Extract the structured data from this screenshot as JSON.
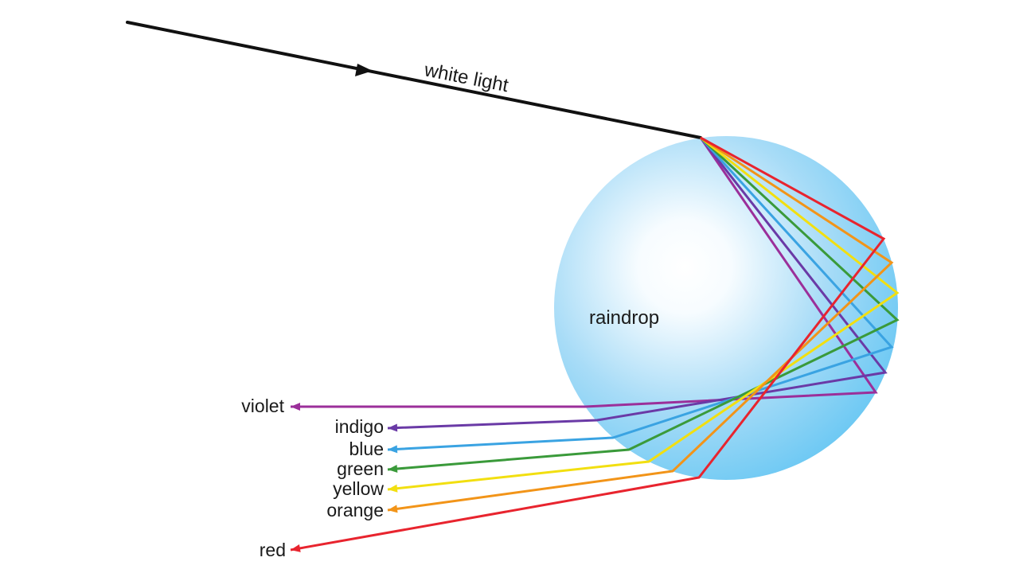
{
  "labels": {
    "white_light": "white light",
    "raindrop": "raindrop"
  },
  "colors": {
    "background": "#ffffff",
    "incident_ray": "#111111",
    "drop_center": "#ffffff",
    "drop_edge": "#5cc3f2"
  },
  "rays": [
    {
      "name": "violet",
      "label": "violet",
      "color": "#9b2f9a"
    },
    {
      "name": "indigo",
      "label": "indigo",
      "color": "#6a3aa6"
    },
    {
      "name": "blue",
      "label": "blue",
      "color": "#3aa3e2"
    },
    {
      "name": "green",
      "label": "green",
      "color": "#3a9a3a"
    },
    {
      "name": "yellow",
      "label": "yellow",
      "color": "#f2df10"
    },
    {
      "name": "orange",
      "label": "orange",
      "color": "#f29418"
    },
    {
      "name": "red",
      "label": "red",
      "color": "#e8242e"
    }
  ]
}
